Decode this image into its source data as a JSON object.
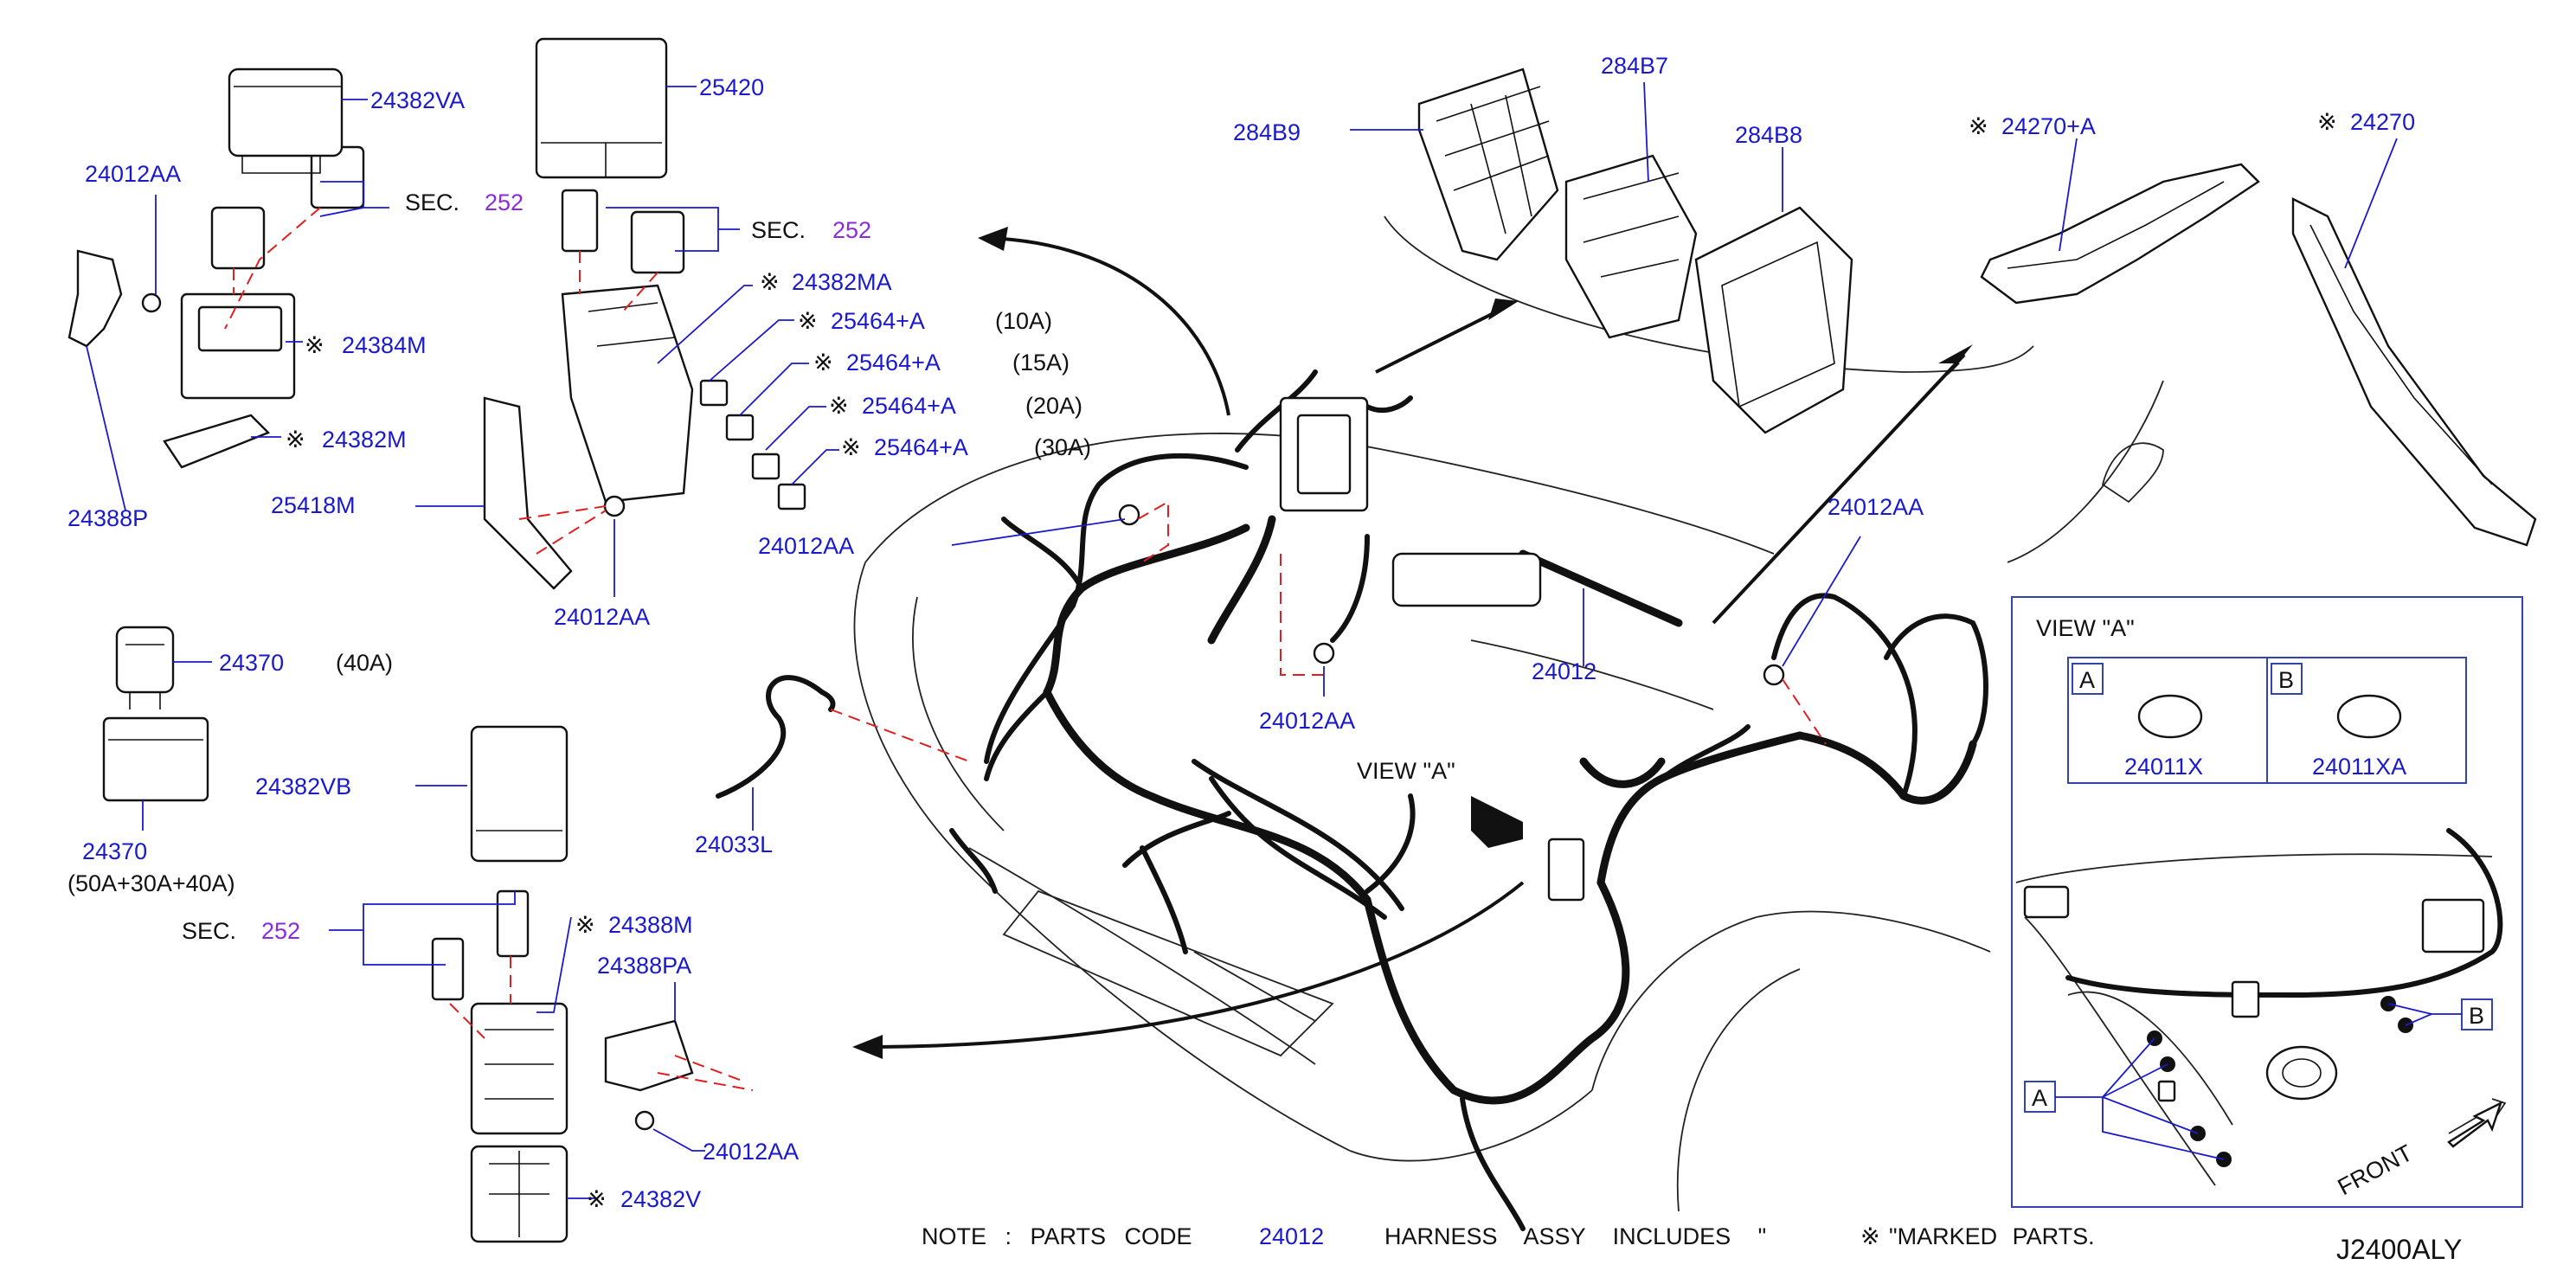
{
  "labels": {
    "p24382VA": "24382VA",
    "p24012AA_1": "24012AA",
    "sec1": "SEC.",
    "sec1_num": "252",
    "p24384M": "24384M",
    "p24382M": "24382M",
    "p24388P": "24388P",
    "p25420": "25420",
    "sec2": "SEC.",
    "sec2_num": "252",
    "p24382MA": "24382MA",
    "p25464A_10": "25464+A",
    "amp10": "(10A)",
    "p25464A_15": "25464+A",
    "amp15": "(15A)",
    "p25464A_20": "25464+A",
    "amp20": "(20A)",
    "p25464A_30": "25464+A",
    "amp30": "(30A)",
    "p25418M": "25418M",
    "p24012AA_2": "24012AA",
    "p24012AA_3": "24012AA",
    "p24370_1": "24370",
    "amp40": "(40A)",
    "p24370_2": "24370",
    "amp_combo": "(50A+30A+40A)",
    "p24382VB": "24382VB",
    "sec3": "SEC.",
    "sec3_num": "252",
    "p24388M": "24388M",
    "p24388PA": "24388PA",
    "p24012AA_4": "24012AA",
    "p24382V": "24382V",
    "p24033L": "24033L",
    "p24012AA_5": "24012AA",
    "p24012": "24012",
    "view_a": "VIEW \"A\"",
    "p284B9": "284B9",
    "p284B7": "284B7",
    "p284B8": "284B8",
    "p24270A": "24270+A",
    "p24270": "24270",
    "p24012AA_6": "24012AA",
    "inset_title": "VIEW \"A\"",
    "inset_a": "A",
    "inset_b": "B",
    "p24011X": "24011X",
    "p24011XA": "24011XA",
    "inset_callout_a": "A",
    "inset_callout_b": "B",
    "front": "FRONT",
    "note_prefix": "NOTE : PARTS CODE",
    "note_code": "24012",
    "note_mid": "HARNESS ASSY INCLUDES \"",
    "note_suffix": "\"MARKED PARTS.",
    "diagram_id": "J2400ALY"
  },
  "marker_symbol": "※",
  "colors": {
    "part_number": "#1a1acc",
    "section_ref": "#8a2be2",
    "text": "#111111",
    "dashed_link": "#e02020",
    "inset_frame": "#3344aa"
  }
}
